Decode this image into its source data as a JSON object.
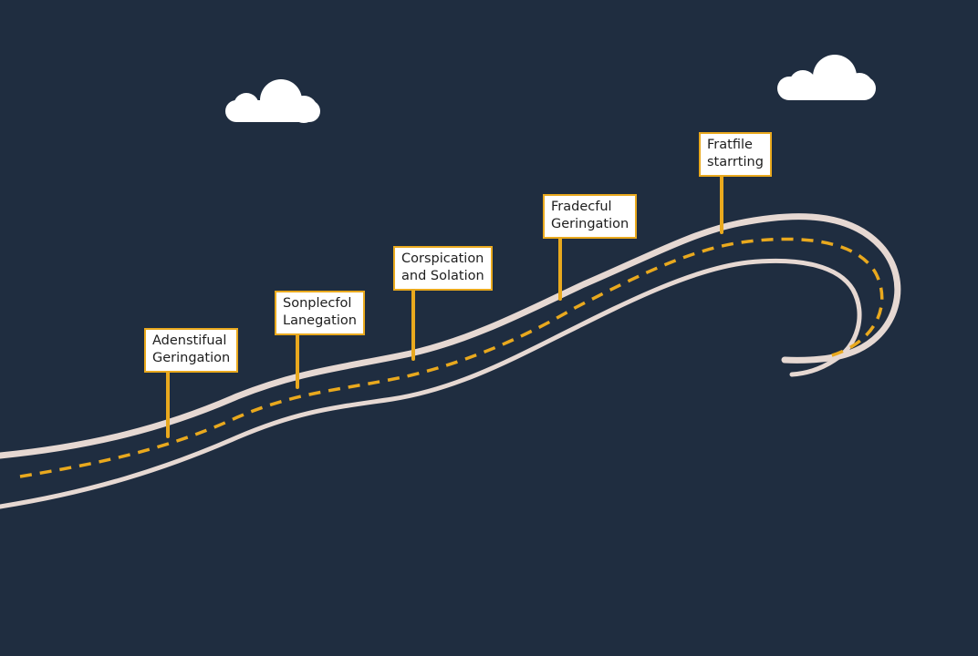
{
  "milestones": [
    {
      "line1": "Adenstifual",
      "line2": "Geringation"
    },
    {
      "line1": "Sonplecfol",
      "line2": "Lanegation"
    },
    {
      "line1": "Corspication",
      "line2": "and Solation"
    },
    {
      "line1": "Fradecful",
      "line2": "Geringation"
    },
    {
      "line1": "Fratfile",
      "line2": "starrting"
    }
  ],
  "colors": {
    "background": "#1f2d40",
    "road_edge": "#e6d8d2",
    "center_line": "#e9a91e",
    "sign_border": "#e9a91e",
    "cloud": "#ffffff"
  }
}
